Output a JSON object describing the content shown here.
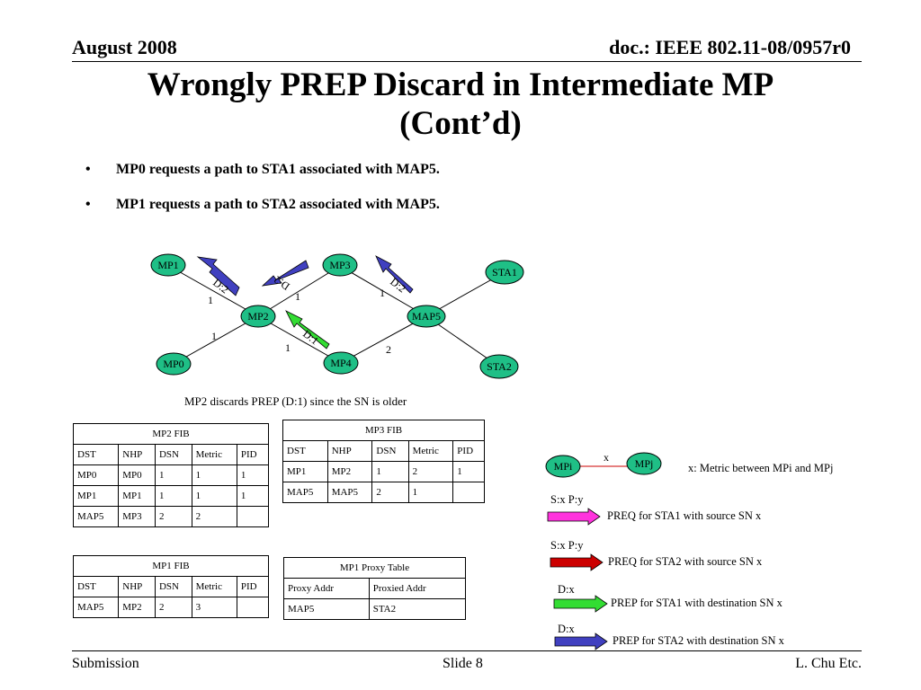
{
  "header": {
    "date": "August 2008",
    "doc": "doc.: IEEE 802.11-08/0957r0"
  },
  "title": {
    "line1": "Wrongly PREP Discard in Intermediate MP",
    "line2": "(Cont’d)"
  },
  "bullets": [
    "MP0 requests a path to STA1 associated with MAP5.",
    "MP1 requests a path to STA2 associated with MAP5."
  ],
  "bullet_marker": "•",
  "diagram": {
    "nodes": {
      "mp1": "MP1",
      "mp3": "MP3",
      "sta1": "STA1",
      "mp2": "MP2",
      "map5": "MAP5",
      "mp0": "MP0",
      "mp4": "MP4",
      "sta2": "STA2"
    },
    "link_metrics": {
      "mp1_mp2": "1",
      "mp2_mp3": "1",
      "mp3_map5": "1",
      "mp0_mp2": "1",
      "mp2_mp4": "1",
      "mp4_map5": "2"
    },
    "arrow_labels": {
      "a1": "D:2",
      "a2": "D:2",
      "a3": "D:2",
      "a4": "D:1"
    },
    "caption": "MP2 discards PREP (D:1) since the SN is older"
  },
  "colors": {
    "node_fill": "#1fbf86",
    "prep_sta1": "#33dd33",
    "prep_sta2": "#4040c0",
    "preq_sta1": "#ff33dd",
    "preq_sta2": "#cc0000",
    "link_legend": "#cc0000"
  },
  "tables": {
    "mp2_fib": {
      "title": "MP2 FIB",
      "headers": [
        "DST",
        "NHP",
        "DSN",
        "Metric",
        "PID"
      ],
      "rows": [
        [
          "MP0",
          "MP0",
          "1",
          "1",
          "1"
        ],
        [
          "MP1",
          "MP1",
          "1",
          "1",
          "1"
        ],
        [
          "MAP5",
          "MP3",
          "2",
          "2",
          ""
        ]
      ]
    },
    "mp3_fib": {
      "title": "MP3 FIB",
      "headers": [
        "DST",
        "NHP",
        "DSN",
        "Metric",
        "PID"
      ],
      "rows": [
        [
          "MP1",
          "MP2",
          "1",
          "2",
          "1"
        ],
        [
          "MAP5",
          "MAP5",
          "2",
          "1",
          ""
        ]
      ]
    },
    "mp1_fib": {
      "title": "MP1 FIB",
      "headers": [
        "DST",
        "NHP",
        "DSN",
        "Metric",
        "PID"
      ],
      "rows": [
        [
          "MAP5",
          "MP2",
          "2",
          "3",
          ""
        ]
      ]
    },
    "mp1_proxy": {
      "title": "MP1 Proxy Table",
      "headers": [
        "Proxy Addr",
        "Proxied Addr"
      ],
      "rows": [
        [
          "MAP5",
          "STA2"
        ]
      ]
    }
  },
  "legend": {
    "mpi": "MPi",
    "mpj": "MPj",
    "x": "x",
    "metric_desc": "x:  Metric between MPi  and MPj",
    "items": [
      {
        "label": "S:x P:y",
        "desc": "PREQ  for STA1 with source SN x"
      },
      {
        "label": "S:x P:y",
        "desc": "PREQ  for STA2 with source SN x"
      },
      {
        "label": "D:x",
        "desc": "PREP  for STA1 with destination SN x"
      },
      {
        "label": "D:x",
        "desc": "PREP  for STA2 with destination SN x"
      }
    ]
  },
  "footer": {
    "left": "Submission",
    "center": "Slide 8",
    "right": "L. Chu Etc."
  }
}
